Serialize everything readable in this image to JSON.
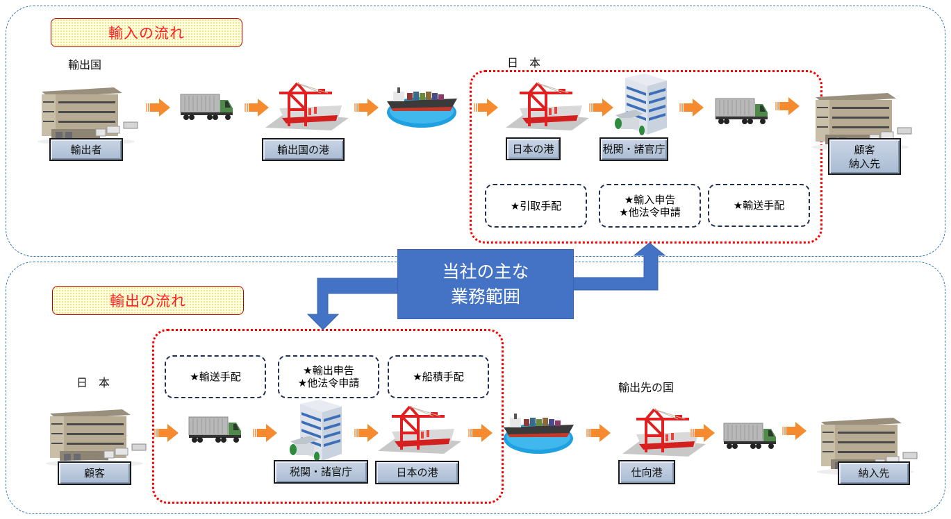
{
  "colors": {
    "panel_border": "#2e75b6",
    "title_text": "#ff2020",
    "region_border": "#ff0000",
    "scope_fill": "#4472c4",
    "flow_arrow": "#f58b2e",
    "task_border": "#1f2f4f"
  },
  "import_flow": {
    "title": "輸入の流れ",
    "origin_country_label": "輸出国",
    "japan_label": "日　本",
    "steps": [
      {
        "icon": "warehouse-icon",
        "label": "輸出者"
      },
      {
        "icon": "truck-icon",
        "label": ""
      },
      {
        "icon": "port-crane-icon",
        "label": "輸出国の港"
      },
      {
        "icon": "cargo-ship-icon",
        "label": ""
      },
      {
        "icon": "port-crane-icon",
        "label": "日本の港"
      },
      {
        "icon": "office-building-icon",
        "label": "税関・諸官庁"
      },
      {
        "icon": "truck-icon",
        "label": ""
      },
      {
        "icon": "warehouse-icon",
        "label": "顧客\n納入先"
      }
    ],
    "tasks": [
      "★引取手配",
      "★輸入申告\n★他法令申請",
      "★輸送手配"
    ]
  },
  "export_flow": {
    "title": "輸出の流れ",
    "japan_label": "日　本",
    "destination_country_label": "輸出先の国",
    "steps": [
      {
        "icon": "warehouse-icon",
        "label": "顧客"
      },
      {
        "icon": "truck-icon",
        "label": ""
      },
      {
        "icon": "office-building-icon",
        "label": "税関・諸官庁"
      },
      {
        "icon": "port-crane-icon",
        "label": "日本の港"
      },
      {
        "icon": "cargo-ship-icon",
        "label": ""
      },
      {
        "icon": "port-crane-icon",
        "label": "仕向港"
      },
      {
        "icon": "truck-icon",
        "label": ""
      },
      {
        "icon": "warehouse-icon",
        "label": "納入先"
      }
    ],
    "tasks": [
      "★輸送手配",
      "★輸出申告\n★他法令申請",
      "★船積手配"
    ]
  },
  "scope": {
    "label": "当社の主な\n業務範囲"
  }
}
